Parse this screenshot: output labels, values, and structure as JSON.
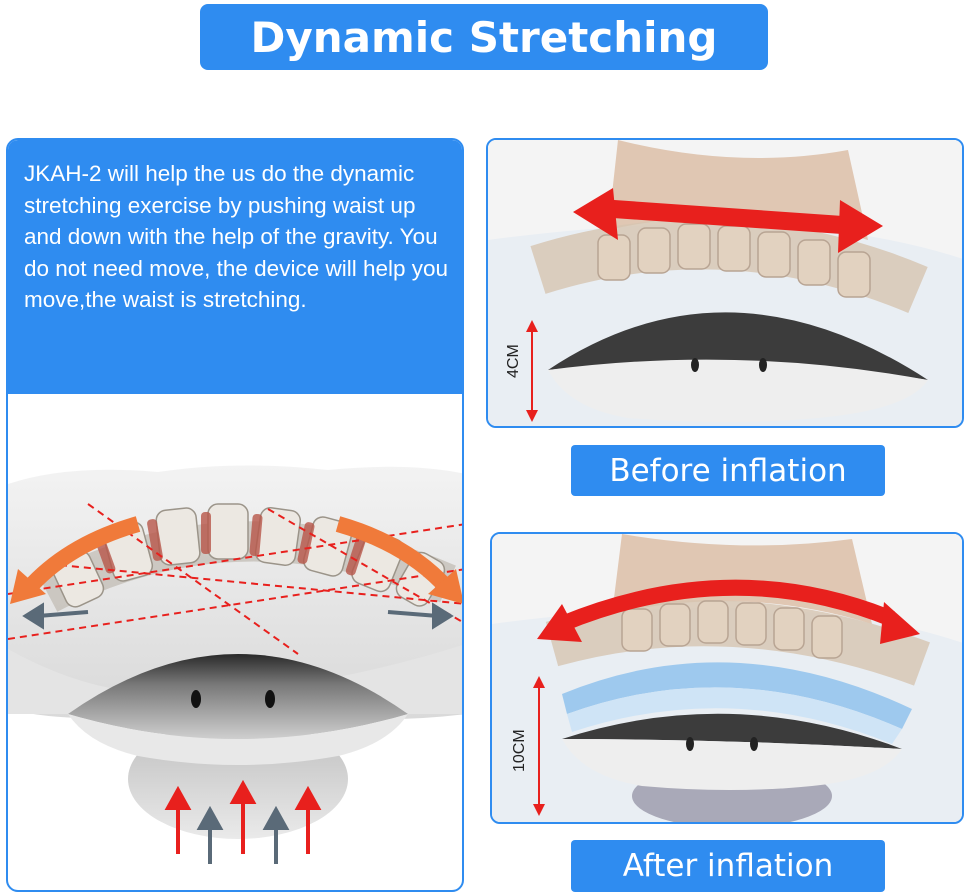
{
  "title": "Dynamic Stretching",
  "description": "JKAH-2 will help the us do the dynamic  stretching exercise by pushing waist up and down with the help of the gravity. You do not need move, the device will help you move,the waist is stretching.",
  "before": {
    "caption": "Before inflation",
    "height_label": "4CM"
  },
  "after": {
    "caption": "After inflation",
    "height_label": "10CM"
  },
  "colors": {
    "accent_blue": "#2f8cf0",
    "arrow_red": "#e8201d",
    "arrow_orange": "#f07a3a",
    "arrow_gray": "#5a6a78"
  }
}
